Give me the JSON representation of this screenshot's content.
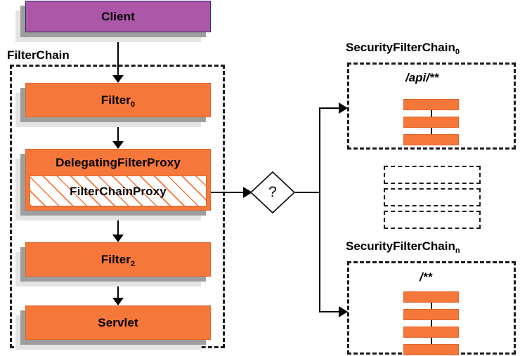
{
  "diagram": {
    "title": "Spring Security FilterChainProxy delegation",
    "colors": {
      "client_fill": "#ad57a8",
      "client_border": "#222a6e",
      "filter_fill": "#f5773a",
      "filter_border": "#e0672c",
      "shadow_dark": "#9e9e9e",
      "shadow_light": "#e4e4e4",
      "line": "#000000",
      "dash": "#1b1b1b"
    }
  },
  "client": {
    "label": "Client"
  },
  "filter_chain": {
    "group_label": "FilterChain",
    "nodes": [
      {
        "label": "Filter",
        "subscript": "0"
      },
      {
        "label": "DelegatingFilterProxy",
        "subscript": ""
      },
      {
        "label": "FilterChainProxy",
        "subscript": ""
      },
      {
        "label": "Filter",
        "subscript": "2"
      },
      {
        "label": "Servlet",
        "subscript": ""
      }
    ]
  },
  "decision": {
    "label": "?"
  },
  "security_chains": [
    {
      "group_label": "SecurityFilterChain",
      "subscript": "0",
      "pattern": "/api/**",
      "filter_count": 3
    },
    {
      "group_label": "SecurityFilterChain",
      "subscript": "n",
      "pattern": "/**",
      "filter_count": 4
    }
  ],
  "placeholders": {
    "count": 3,
    "label": ""
  }
}
